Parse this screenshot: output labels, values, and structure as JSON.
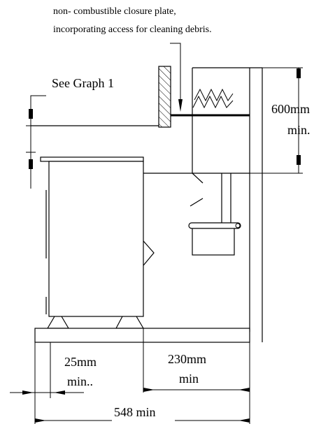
{
  "labels": {
    "note_line1": "non- combustible closure plate,",
    "note_line2": "incorporating access for cleaning debris.",
    "see_graph": "See Graph 1",
    "dim_600_value": "600mm",
    "dim_600_unit": "min.",
    "dim_25_value": "25mm",
    "dim_25_unit": "min..",
    "dim_230_value": "230mm",
    "dim_230_unit": "min",
    "dim_548": "548 min"
  }
}
